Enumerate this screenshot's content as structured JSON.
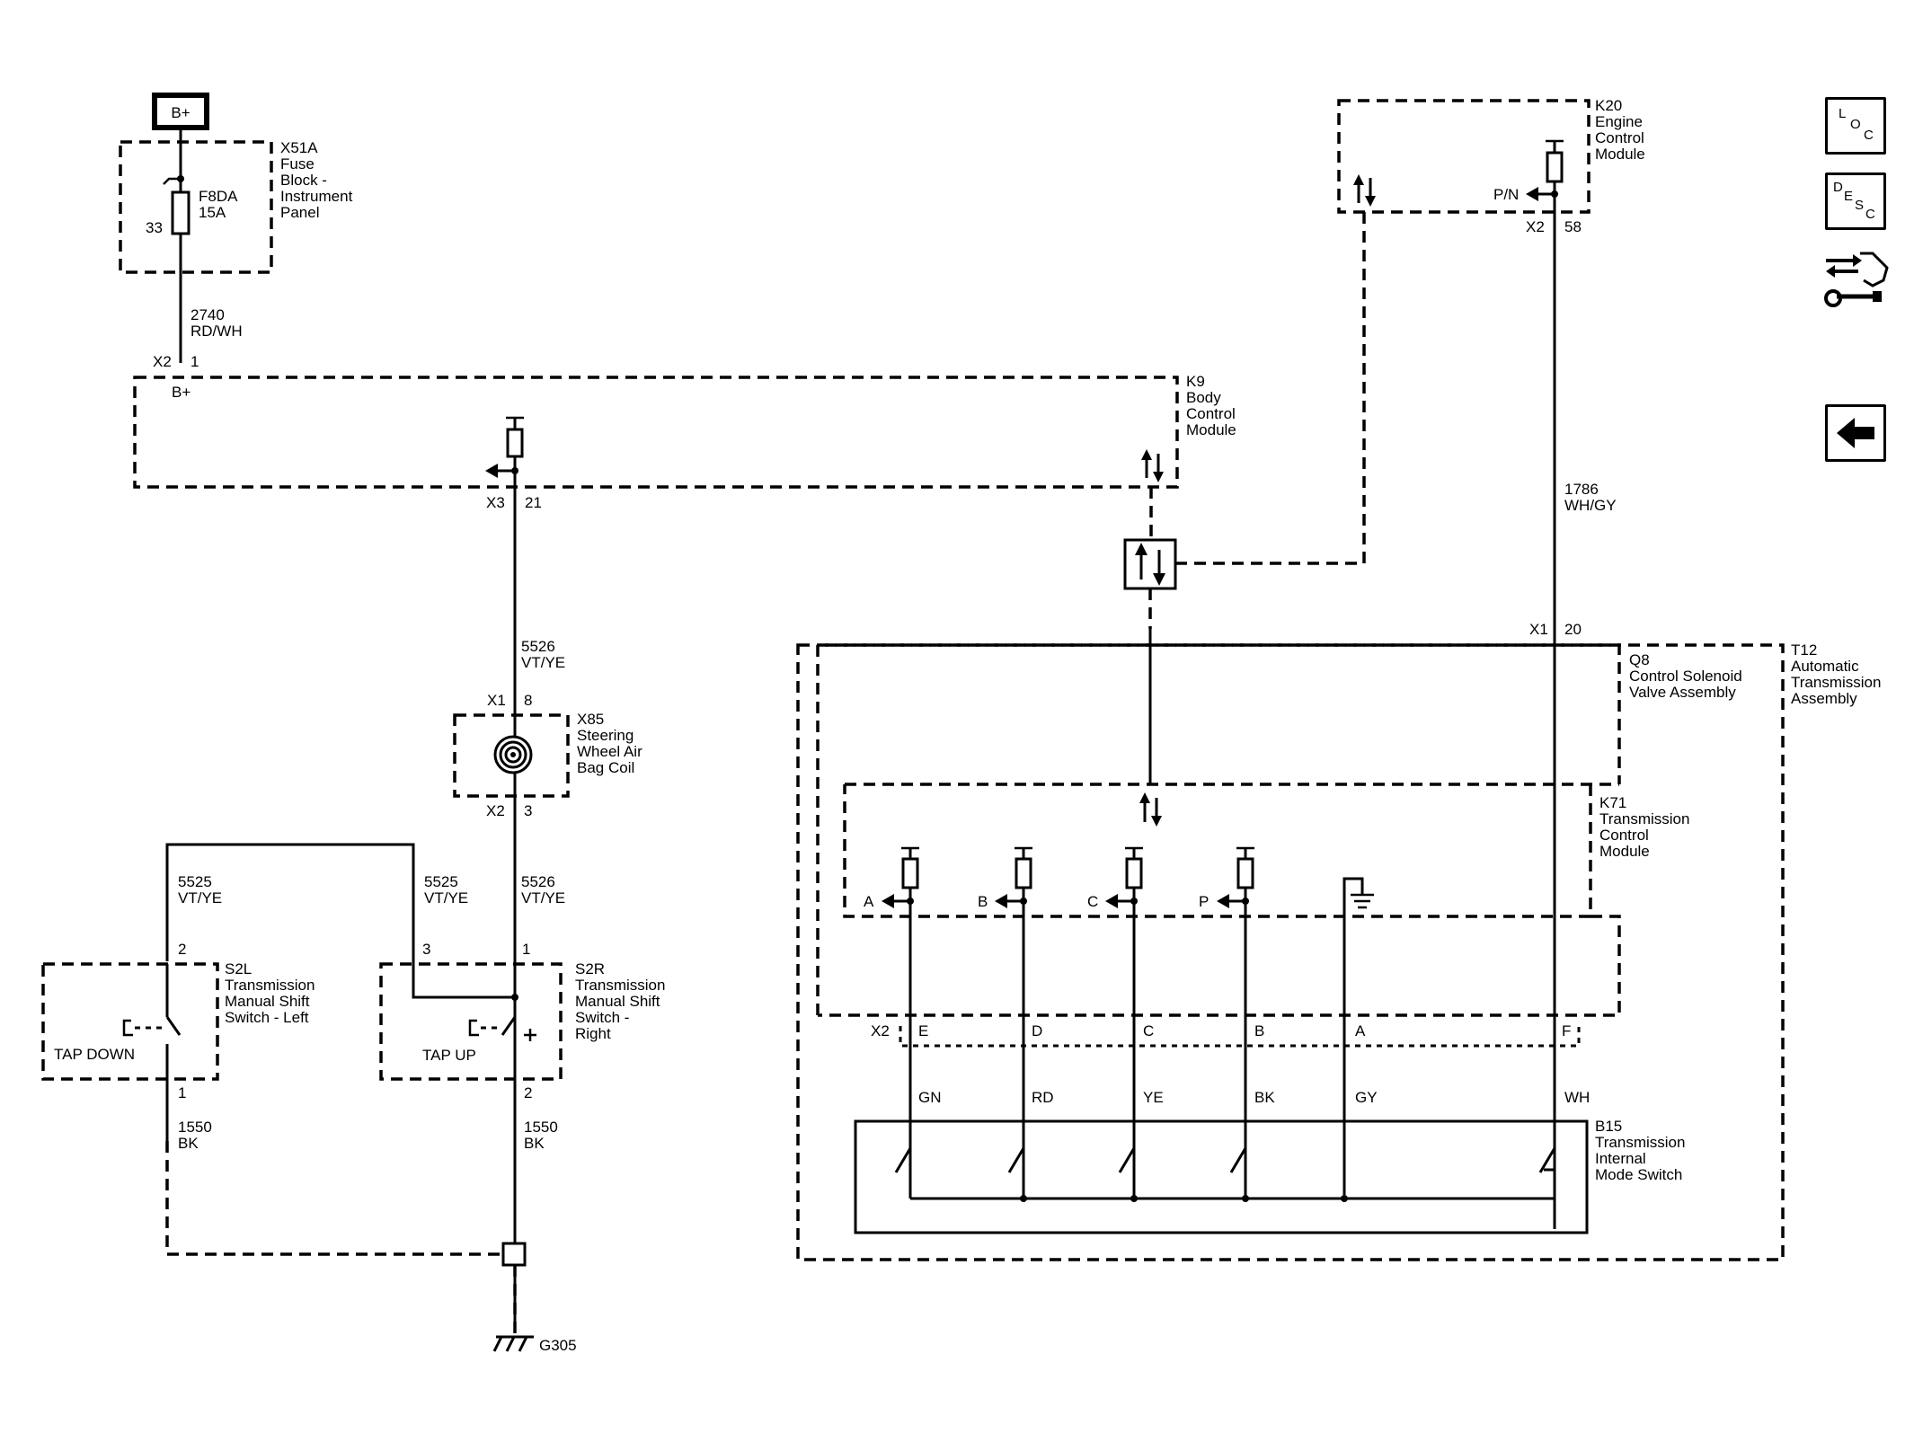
{
  "power": {
    "source": "B+"
  },
  "x51a": {
    "name": "X51A",
    "l1": "Fuse",
    "l2": "Block -",
    "l3": "Instrument",
    "l4": "Panel",
    "fuse": "F8DA",
    "amps": "15A",
    "pin": "33"
  },
  "w2740": {
    "circuit": "2740",
    "color": "RD/WH",
    "conn": "X2",
    "pin": "1",
    "label": "B+"
  },
  "k9": {
    "name": "K9",
    "l1": "Body",
    "l2": "Control",
    "l3": "Module",
    "conn": "X3",
    "pin": "21"
  },
  "k20": {
    "name": "K20",
    "l1": "Engine",
    "l2": "Control",
    "l3": "Module",
    "signal": "P/N",
    "conn": "X2",
    "pin": "58"
  },
  "w1786": {
    "circuit": "1786",
    "color": "WH/GY"
  },
  "w5526a": {
    "circuit": "5526",
    "color": "VT/YE"
  },
  "x85": {
    "name": "X85",
    "l1": "Steering",
    "l2": "Wheel Air",
    "l3": "Bag Coil",
    "conn1": "X1",
    "pin1": "8",
    "conn2": "X2",
    "pin2": "3"
  },
  "w5525a": {
    "circuit": "5525",
    "color": "VT/YE"
  },
  "w5525b": {
    "circuit": "5525",
    "color": "VT/YE"
  },
  "w5526b": {
    "circuit": "5526",
    "color": "VT/YE"
  },
  "s2l": {
    "name": "S2L",
    "l1": "Transmission",
    "l2": "Manual Shift",
    "l3": "Switch - Left",
    "pin_top": "2",
    "pin_bot": "1",
    "button": "TAP DOWN"
  },
  "s2r": {
    "name": "S2R",
    "l1": "Transmission",
    "l2": "Manual Shift",
    "l3": "Switch -",
    "l4": "Right",
    "pin_left": "3",
    "pin_right": "1",
    "pin_bot": "2",
    "button": "TAP UP"
  },
  "w1550a": {
    "circuit": "1550",
    "color": "BK"
  },
  "w1550b": {
    "circuit": "1550",
    "color": "BK"
  },
  "ground": {
    "name": "G305"
  },
  "t12": {
    "name": "T12",
    "l1": "Automatic",
    "l2": "Transmission",
    "l3": "Assembly",
    "conn": "X1",
    "pin": "20"
  },
  "q8": {
    "name": "Q8",
    "l1": "Control Solenoid",
    "l2": "Valve Assembly"
  },
  "k71": {
    "name": "K71",
    "l1": "Transmission",
    "l2": "Control",
    "l3": "Module",
    "inputs": [
      "A",
      "B",
      "C",
      "P"
    ],
    "conn": "X2",
    "pins": [
      "E",
      "D",
      "C",
      "B",
      "A",
      "F"
    ]
  },
  "wires": [
    "GN",
    "RD",
    "YE",
    "BK",
    "GY",
    "WH"
  ],
  "b15": {
    "name": "B15",
    "l1": "Transmission",
    "l2": "Internal",
    "l3": "Mode Switch"
  },
  "nav": {
    "loc": {
      "c1": "L",
      "c2": "O",
      "c3": "C"
    },
    "desc": {
      "c1": "D",
      "c2": "E",
      "c3": "S",
      "c4": "C"
    }
  }
}
